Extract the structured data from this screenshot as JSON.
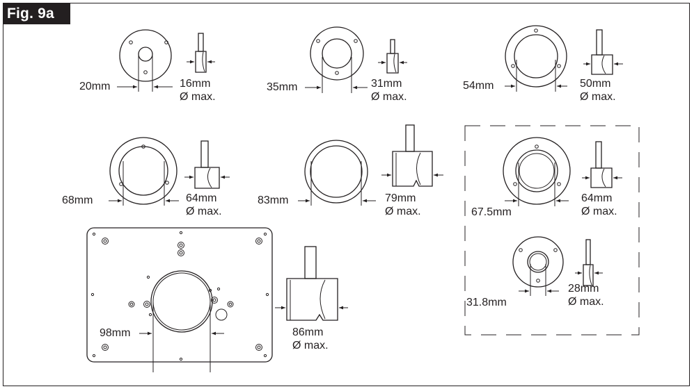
{
  "figure": {
    "label": "Fig. 9a"
  },
  "ring_sizes": {
    "r1": "20mm",
    "r2": "35mm",
    "r3": "54mm",
    "r4": "68mm",
    "r5": "83mm",
    "r6": "67.5mm",
    "r7": "31.8mm",
    "base": "98mm"
  },
  "bit_sizes": {
    "b1": "16mm",
    "b2": "31mm",
    "b3": "50mm",
    "b4": "64mm",
    "b5": "79mm",
    "b6": "64mm",
    "b7": "28mm",
    "base": "86mm"
  },
  "max_note": "Ø max."
}
